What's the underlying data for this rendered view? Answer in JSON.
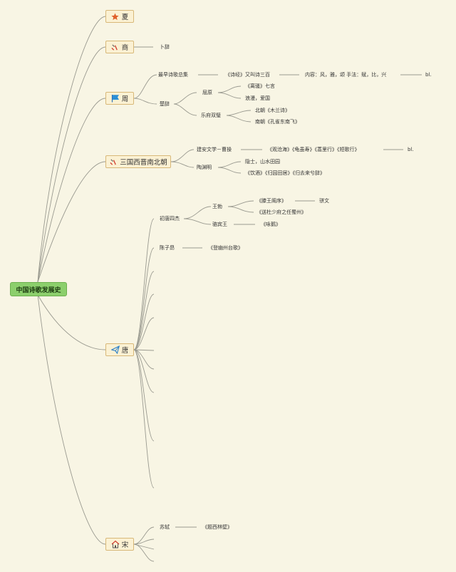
{
  "root": "中国诗歌发展史",
  "eras": {
    "xia": "夏",
    "shang": "商",
    "zhou": "周",
    "sanguo": "三国西晋南北朝",
    "tang": "唐",
    "song": "宋"
  },
  "icons": {
    "xia": "star-icon",
    "shang": "checkmark-icon",
    "zhou": "flag-icon",
    "sanguo": "checkmark-icon",
    "tang": "paper-plane-icon",
    "song": "house-icon"
  },
  "colors": {
    "root_fill": "#8ccf6c",
    "era_fill": "#fbf1d3",
    "line": "#9a9a90",
    "background": "#f8f5e4"
  },
  "shang": {
    "buci": "卜辞"
  },
  "zhou": {
    "shijing": {
      "label": "最早诗歌总集",
      "title": "《诗经》又叫诗三百",
      "content": "内容：风，雅，颂 手法：赋，比，兴",
      "tail": "bl."
    },
    "chuci": {
      "label": "楚辞",
      "quyuan": "屈原",
      "lisao": "《离骚》七言",
      "langman": "浪漫，爱国",
      "yuefu": "乐府双璧",
      "beichao": "北朝《木兰诗》",
      "nanchao": "南朝《孔雀东南飞》"
    }
  },
  "sanguo": {
    "jianan": "建安文学－曹操",
    "jianan_works": "《观沧海》《龟虽寿》《蒿里行》《短歌行》",
    "jianan_tail": "bl.",
    "taoyuanming": "陶渊明",
    "tao_desc": "隐士，山水田园",
    "tao_works": "《饮酒》《归园田居》《归去来兮辞》"
  },
  "tang": {
    "chutang": "初唐四杰",
    "wangbo": "王勃",
    "tengwang": "《滕王阁序》",
    "pianwen": "骈文",
    "songdu": "《送杜少府之任蜀州》",
    "luobinwang": "骆宾王",
    "yonge": "《咏鹅》",
    "chenziang": "陈子昂",
    "youzhou": "《登幽州台歌》"
  },
  "song": {
    "sushi": "苏轼",
    "xilin": "《题西林壁》"
  }
}
